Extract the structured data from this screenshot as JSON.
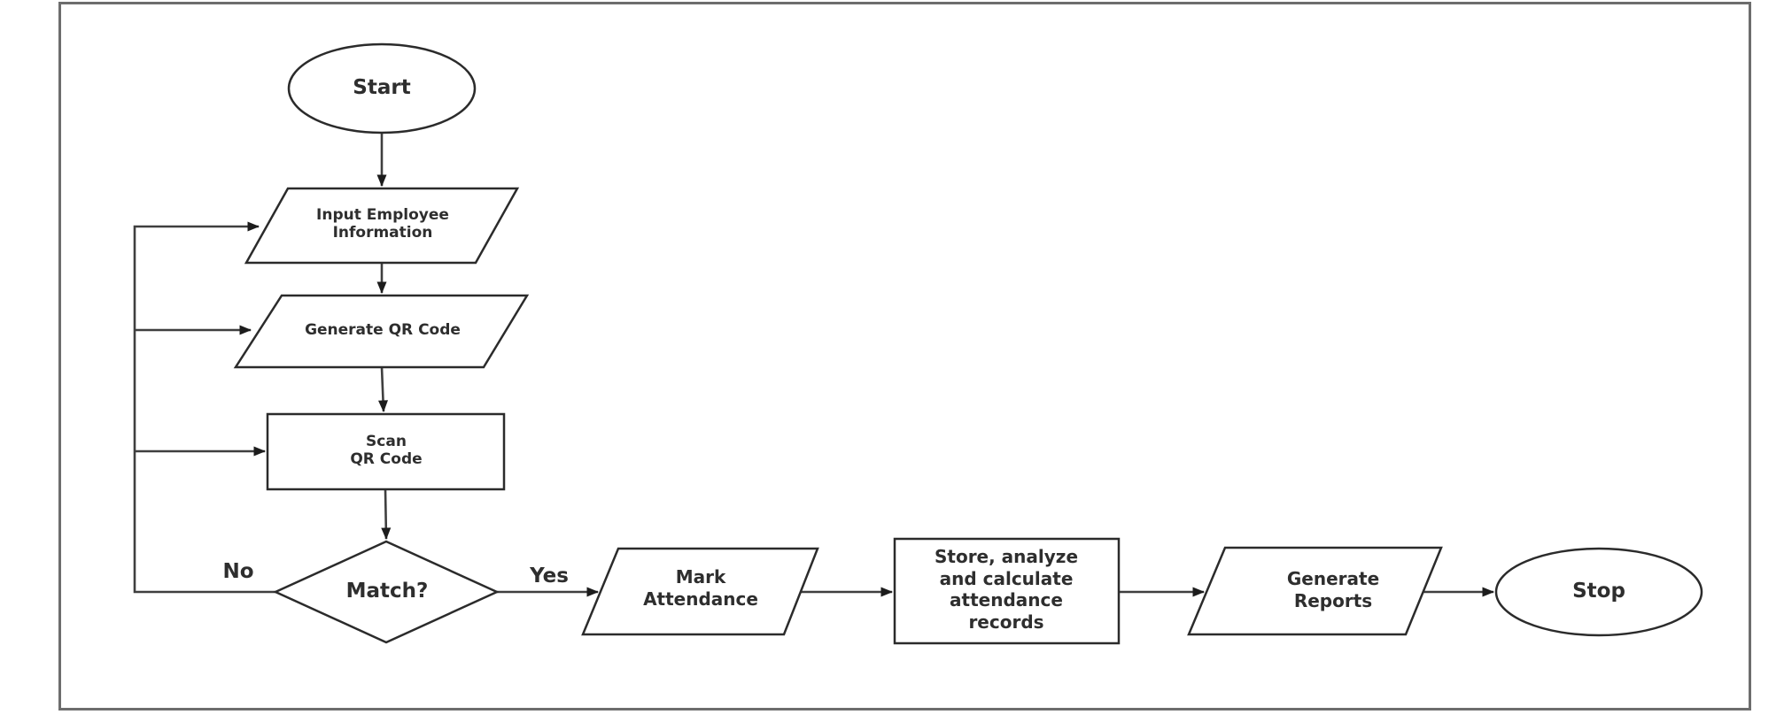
{
  "diagram": {
    "type": "flowchart",
    "nodes": {
      "start": {
        "shape": "terminator",
        "label": "Start"
      },
      "input_employee": {
        "shape": "input-output",
        "label": "Input Employee\nInformation"
      },
      "generate_qr": {
        "shape": "input-output",
        "label": "Generate QR Code"
      },
      "scan_qr": {
        "shape": "process",
        "label": "Scan\nQR Code"
      },
      "match": {
        "shape": "decision",
        "label": "Match?"
      },
      "mark_attendance": {
        "shape": "input-output",
        "label": "Mark\nAttendance"
      },
      "store_records": {
        "shape": "process",
        "label": "Store, analyze\nand calculate\nattendance\nrecords"
      },
      "generate_reports": {
        "shape": "input-output",
        "label": "Generate\nReports"
      },
      "stop": {
        "shape": "terminator",
        "label": "Stop"
      }
    },
    "edge_labels": {
      "no": "No",
      "yes": "Yes"
    },
    "edges": [
      {
        "from": "start",
        "to": "input_employee"
      },
      {
        "from": "input_employee",
        "to": "generate_qr"
      },
      {
        "from": "generate_qr",
        "to": "scan_qr"
      },
      {
        "from": "scan_qr",
        "to": "match"
      },
      {
        "from": "match",
        "to": "mark_attendance",
        "label": "Yes"
      },
      {
        "from": "match",
        "to": "input_employee",
        "label": "No"
      },
      {
        "from": "match",
        "to": "generate_qr",
        "label": "No"
      },
      {
        "from": "match",
        "to": "scan_qr",
        "label": "No"
      },
      {
        "from": "mark_attendance",
        "to": "store_records"
      },
      {
        "from": "store_records",
        "to": "generate_reports"
      },
      {
        "from": "generate_reports",
        "to": "stop"
      }
    ],
    "colors": {
      "background": "#ffffff",
      "border": "#6d6d6d",
      "shape_stroke": "#2b2b2b",
      "connector": "#3f3f3f",
      "text": "#2e2e2e"
    }
  }
}
